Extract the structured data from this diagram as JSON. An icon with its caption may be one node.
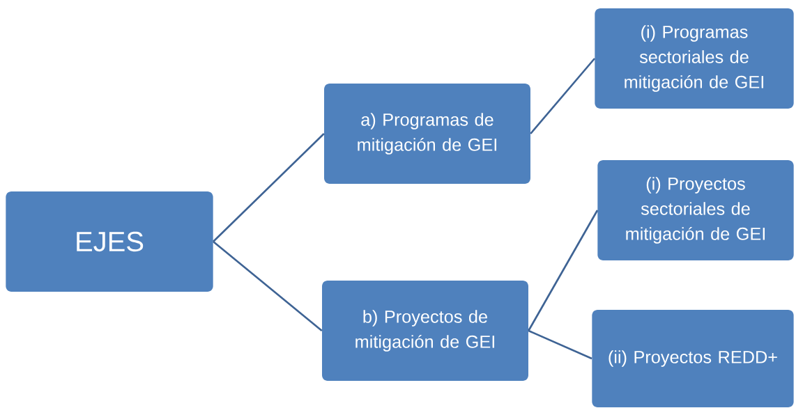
{
  "diagram": {
    "nodes": [
      {
        "text": [
          "EJES"
        ]
      },
      {
        "text": [
          "a) Programas de mitigación de GEI"
        ]
      },
      {
        "text": [
          "b) Proyectos de mitigación de GEI"
        ]
      },
      {
        "text": [
          "(i) Programas sectoriales de mitigación de GEI"
        ]
      },
      {
        "text": [
          "(i) Proyectos sectoriales de mitigación de GEI"
        ]
      },
      {
        "text": [
          "(ii) Proyectos REDD+"
        ]
      }
    ],
    "edges": [
      {
        "from": 0,
        "to": 1,
        "arrow": "none"
      },
      {
        "from": 0,
        "to": 2,
        "arrow": "none"
      },
      {
        "from": 1,
        "to": 3,
        "arrow": "none"
      },
      {
        "from": 2,
        "to": 4,
        "arrow": "none"
      },
      {
        "from": 2,
        "to": 5,
        "arrow": "none"
      }
    ]
  }
}
